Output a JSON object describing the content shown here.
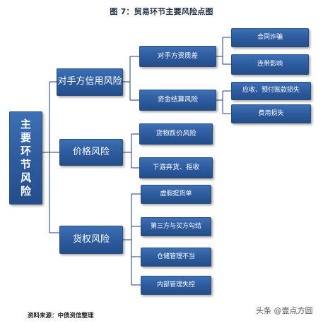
{
  "title": "图 7：贸易环节主要风险点图",
  "root": {
    "chars": [
      "主",
      "要",
      "环",
      "节",
      "风",
      "险"
    ]
  },
  "branches": {
    "counterparty": {
      "label": "对手方信用风险",
      "quality": {
        "label": "对手方资质差",
        "items": [
          "合同诈骗",
          "连带影响"
        ]
      },
      "settlement": {
        "label": "资金结算风险",
        "items": [
          "应收、预付账款损失",
          "费用损失"
        ]
      }
    },
    "price": {
      "label": "价格风险",
      "items": [
        "货物跌价风险",
        "下游弃货、拒收"
      ]
    },
    "ownership": {
      "label": "货权风险",
      "items": [
        "虚假提货单",
        "第三方与买方勾结",
        "仓储管理不当",
        "内部管理失控"
      ]
    }
  },
  "footer": {
    "source": "资料来源：中债资信整理",
    "watermark": "头条 @壹点方圆"
  },
  "colors": {
    "box_fill": "#2e5c9f",
    "box_border": "#2b4c7e",
    "connector": "#1f3c6e"
  }
}
